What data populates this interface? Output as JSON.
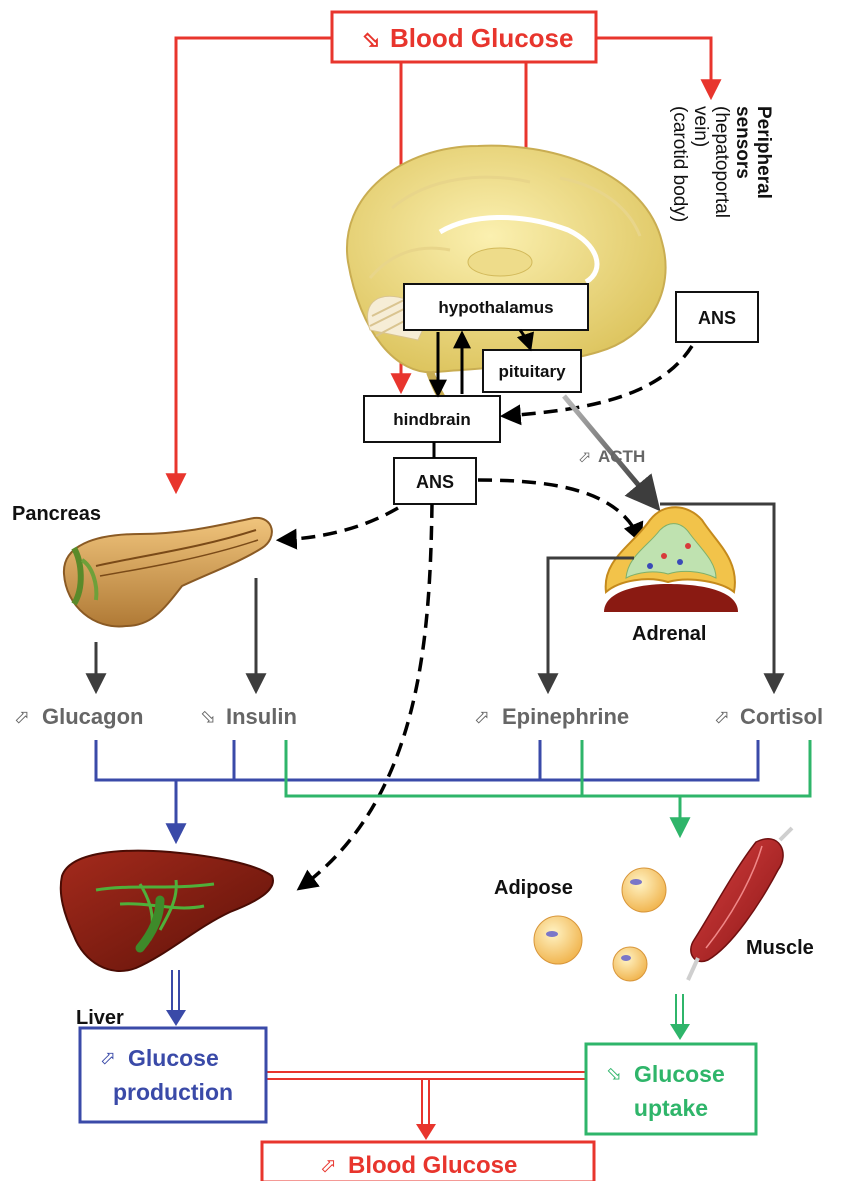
{
  "top_box": {
    "label": "Blood Glucose",
    "arrow": "down-arrow-icon"
  },
  "bottom_box": {
    "label": "Blood Glucose",
    "arrow": "up-arrow-icon"
  },
  "peripheral": {
    "title_lines": [
      "Peripheral",
      "sensors"
    ],
    "detail_lines": [
      "(hepatoportal",
      "vein)",
      "(carotid body)"
    ]
  },
  "brain": {
    "hypothalamus": "hypothalamus",
    "pituitary": "pituitary",
    "hindbrain": "hindbrain",
    "ans_center": "ANS",
    "ans_right": "ANS",
    "acth": "ACTH"
  },
  "organs": {
    "pancreas": "Pancreas",
    "adrenal": "Adrenal",
    "liver": "Liver",
    "adipose": "Adipose",
    "muscle": "Muscle"
  },
  "hormones": {
    "glucagon": "Glucagon",
    "insulin": "Insulin",
    "epinephrine": "Epinephrine",
    "cortisol": "Cortisol"
  },
  "outcomes": {
    "production_lines": [
      "Glucose",
      "production"
    ],
    "uptake_lines": [
      "Glucose",
      "uptake"
    ]
  },
  "colors": {
    "red": "#e8352d",
    "blue": "#3a4aa8",
    "green": "#2fb56a",
    "dark": "#3d3d3d",
    "label_gray": "#666666"
  }
}
